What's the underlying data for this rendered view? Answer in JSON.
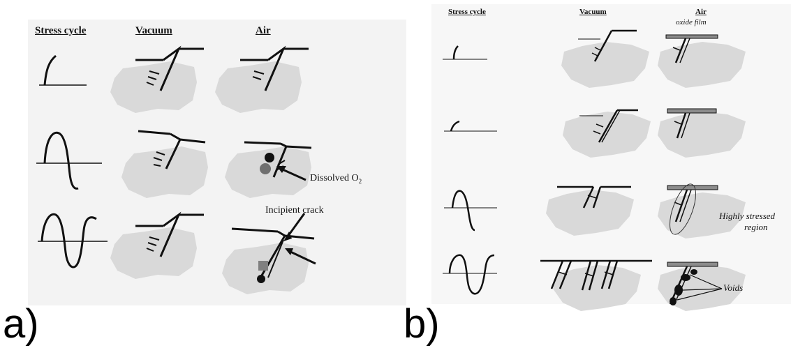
{
  "panel_a": {
    "letter": "a)",
    "headers": {
      "stress": "Stress cycle",
      "vacuum": "Vacuum",
      "air": "Air"
    },
    "annotations": {
      "dissolved_o2_prefix": "Dissolved O",
      "dissolved_o2_sub": "2",
      "incipient_crack": "Incipient crack"
    }
  },
  "panel_b": {
    "letter": "b)",
    "headers": {
      "stress": "Stress cycle",
      "vacuum": "Vacuum",
      "air": "Air"
    },
    "annotations": {
      "oxide_film": "oxide film",
      "highly_stressed_1": "Highly stressed",
      "highly_stressed_2": "region",
      "voids": "Voids"
    }
  },
  "colors": {
    "metal": "#d9d9d9",
    "ink": "#111111",
    "oxide": "#8c8c8c",
    "o2_dot": "#707070"
  }
}
